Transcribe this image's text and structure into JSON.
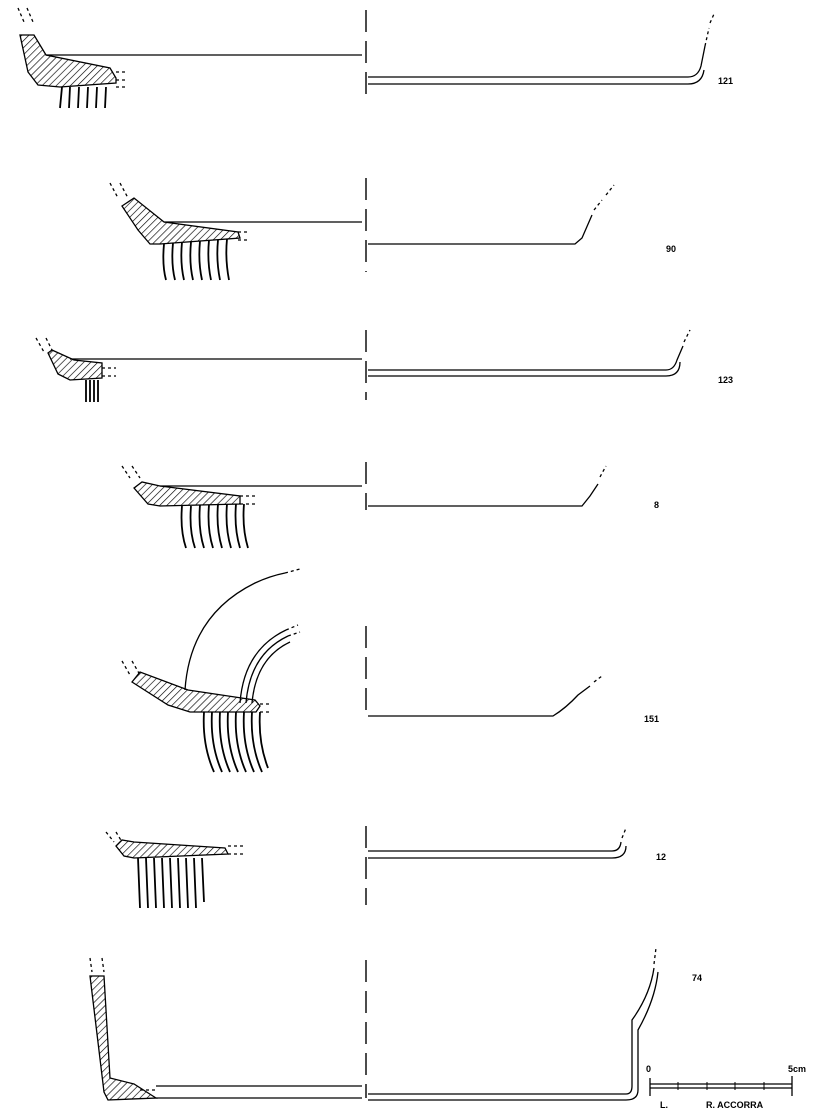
{
  "plate": {
    "profiles": [
      {
        "id": "p121",
        "number": "121"
      },
      {
        "id": "p90",
        "number": "90"
      },
      {
        "id": "p123",
        "number": "123"
      },
      {
        "id": "p8",
        "number": "8"
      },
      {
        "id": "p151",
        "number": "151"
      },
      {
        "id": "p12",
        "number": "12"
      },
      {
        "id": "p74",
        "number": "74"
      }
    ],
    "scale_bar": {
      "start_label": "0",
      "end_label": "5cm"
    },
    "credit": {
      "initial": "L.",
      "name": "R. ACCORRA"
    }
  }
}
